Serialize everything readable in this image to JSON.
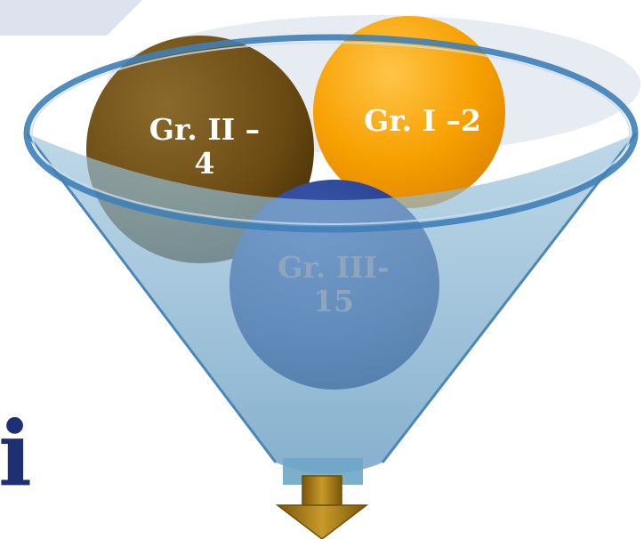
{
  "groups": [
    {
      "id": "gr2",
      "label": "Gr. II –\n4",
      "color": "#6b4a12"
    },
    {
      "id": "gr1",
      "label": "Gr. I –2",
      "color": "#f59a00"
    },
    {
      "id": "gr3",
      "label": "Gr. III-\n15",
      "color": "#253e8c"
    }
  ],
  "partial_text": "i",
  "colors": {
    "funnel": "#6fa6c8",
    "funnel_rim": "#3e7fb8",
    "arrow": "#a2780f",
    "banner": "#dde2ee",
    "text_dark": "#1f2f74"
  }
}
